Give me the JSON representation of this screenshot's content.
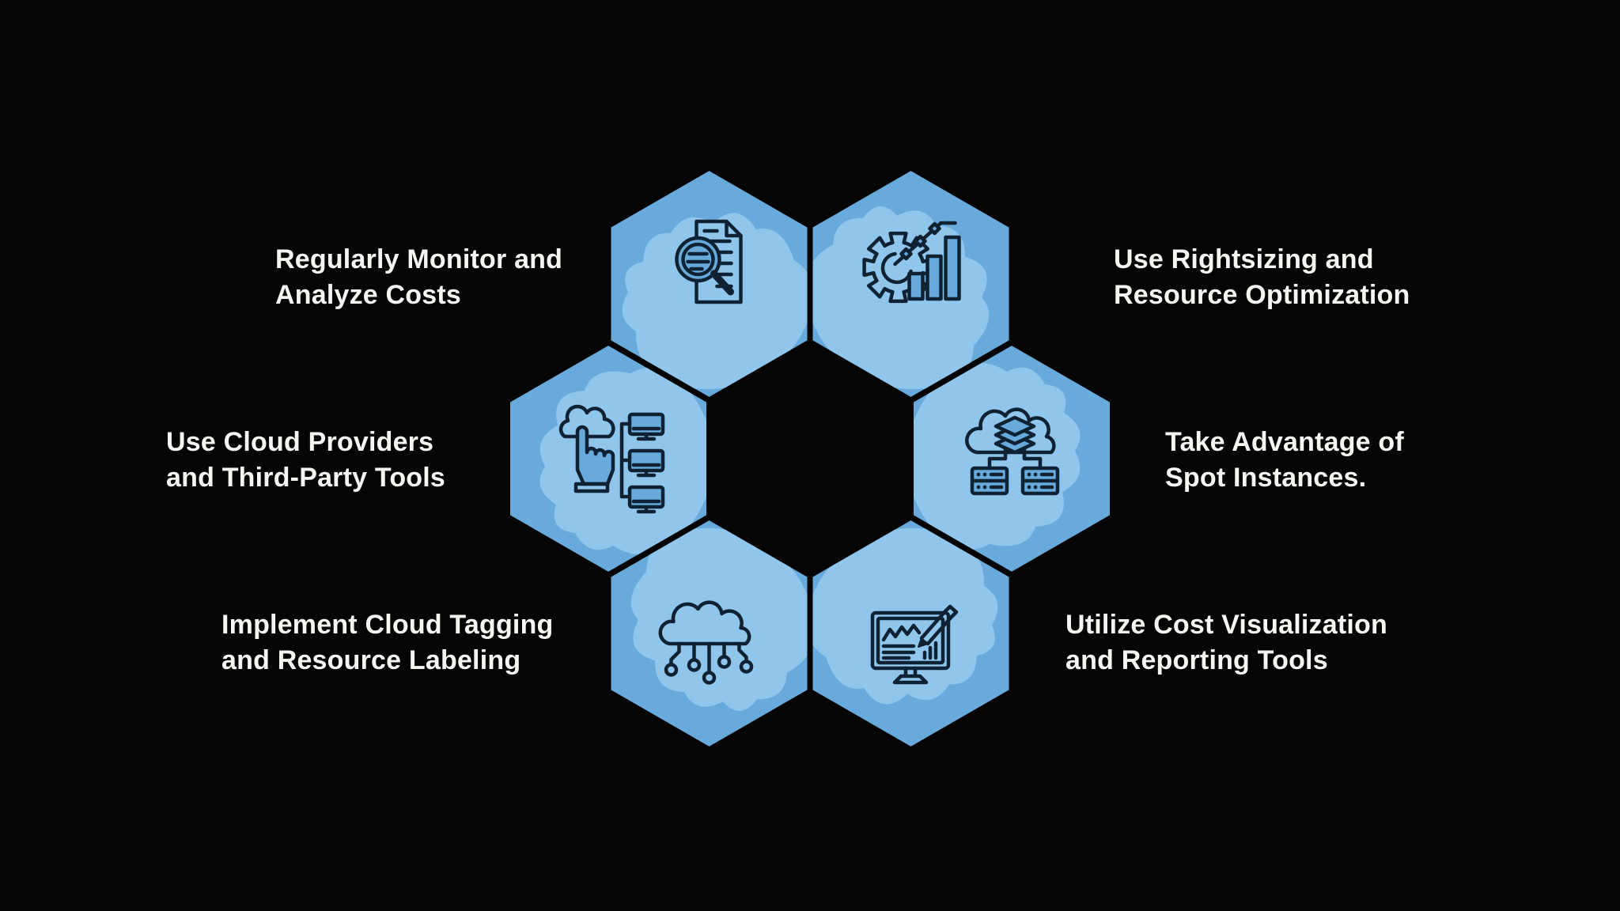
{
  "colors": {
    "background": "#050505",
    "hexagon_base": "#67aadb",
    "hexagon_highlight": "#90c6ec",
    "icon_line": "#0e2233",
    "label_text": "#f6f5f2"
  },
  "items": [
    {
      "id": "monitor-analyze",
      "icon": "document-search-icon",
      "line1": "Regularly Monitor and",
      "line2": "Analyze Costs"
    },
    {
      "id": "rightsizing",
      "icon": "gear-chart-icon",
      "line1": "Use Rightsizing and",
      "line2": "Resource Optimization"
    },
    {
      "id": "cloud-providers",
      "icon": "hand-cloud-servers-icon",
      "line1": "Use Cloud Providers",
      "line2": "and Third-Party Tools"
    },
    {
      "id": "spot-instances",
      "icon": "cloud-layers-servers-icon",
      "line1": "Take Advantage of",
      "line2": "Spot Instances."
    },
    {
      "id": "cloud-tagging",
      "icon": "cloud-circuit-icon",
      "line1": "Implement Cloud Tagging",
      "line2": "and Resource Labeling"
    },
    {
      "id": "cost-visualization",
      "icon": "monitor-chart-pen-icon",
      "line1": "Utilize Cost Visualization",
      "line2": "and Reporting Tools"
    }
  ]
}
